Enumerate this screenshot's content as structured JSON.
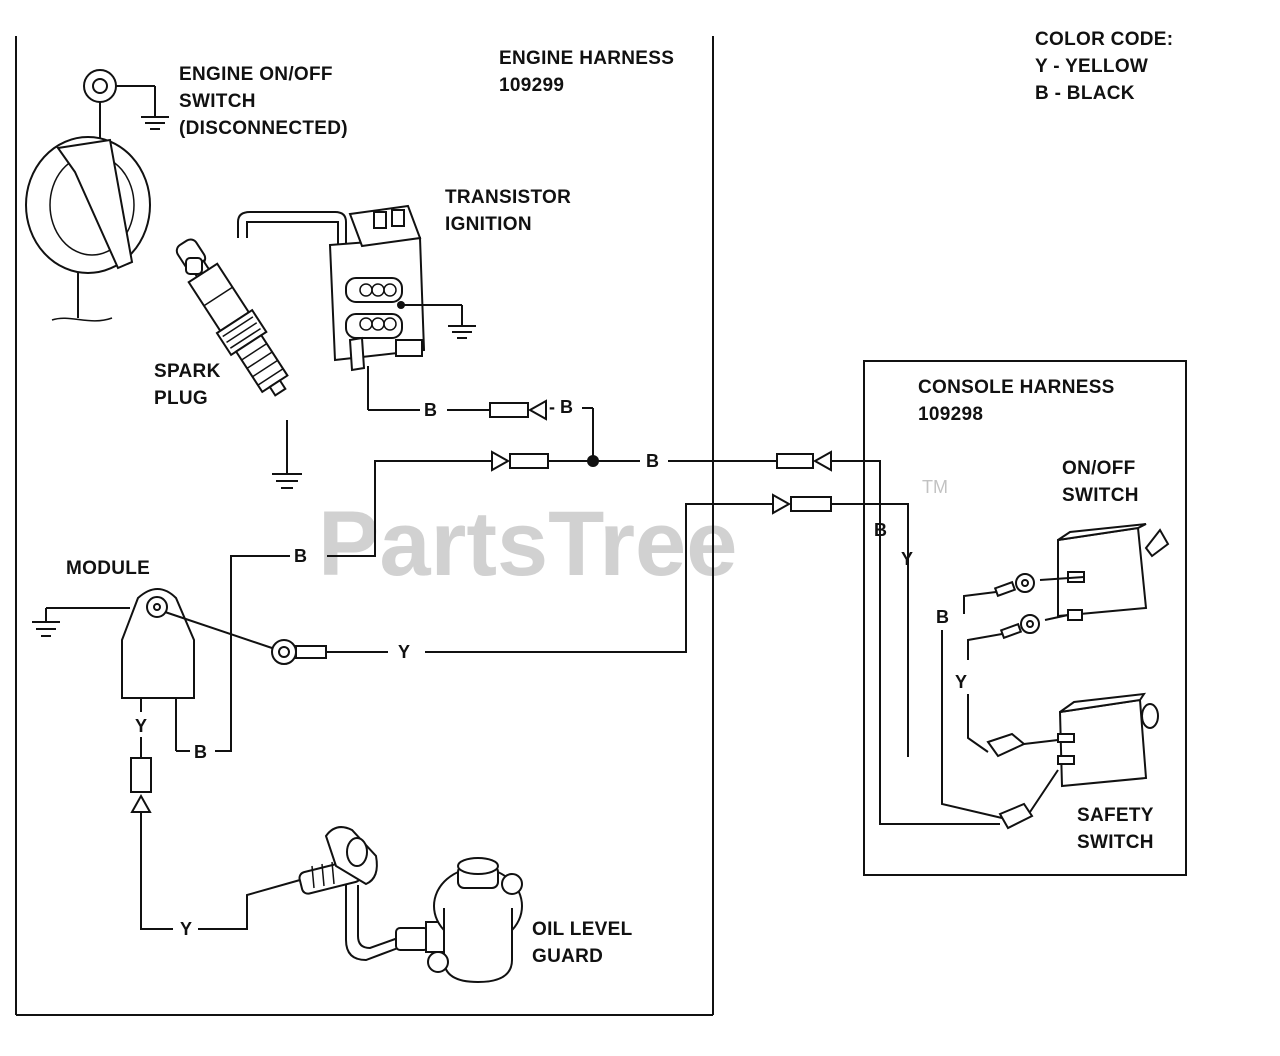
{
  "color_code": {
    "title": "COLOR CODE:",
    "yellow": "Y - YELLOW",
    "black": "B - BLACK"
  },
  "engine_harness": {
    "title": "ENGINE HARNESS",
    "part_no": "109299"
  },
  "console_harness": {
    "title": "CONSOLE HARNESS",
    "part_no": "109298"
  },
  "components": {
    "engine_switch": {
      "line1": "ENGINE ON/OFF",
      "line2": "SWITCH",
      "line3": "(DISCONNECTED)"
    },
    "ignition": {
      "line1": "TRANSISTOR",
      "line2": "IGNITION"
    },
    "spark_plug": {
      "line1": "SPARK",
      "line2": "PLUG"
    },
    "module": "MODULE",
    "oil_guard": {
      "line1": "OIL LEVEL",
      "line2": "GUARD"
    },
    "onoff_switch": {
      "line1": "ON/OFF",
      "line2": "SWITCH"
    },
    "safety_switch": {
      "line1": "SAFETY",
      "line2": "SWITCH"
    }
  },
  "wire_labels": {
    "b": "B",
    "b_dash": "- B",
    "y": "Y"
  },
  "watermark": {
    "text": "PartsTree",
    "tm": "TM"
  }
}
